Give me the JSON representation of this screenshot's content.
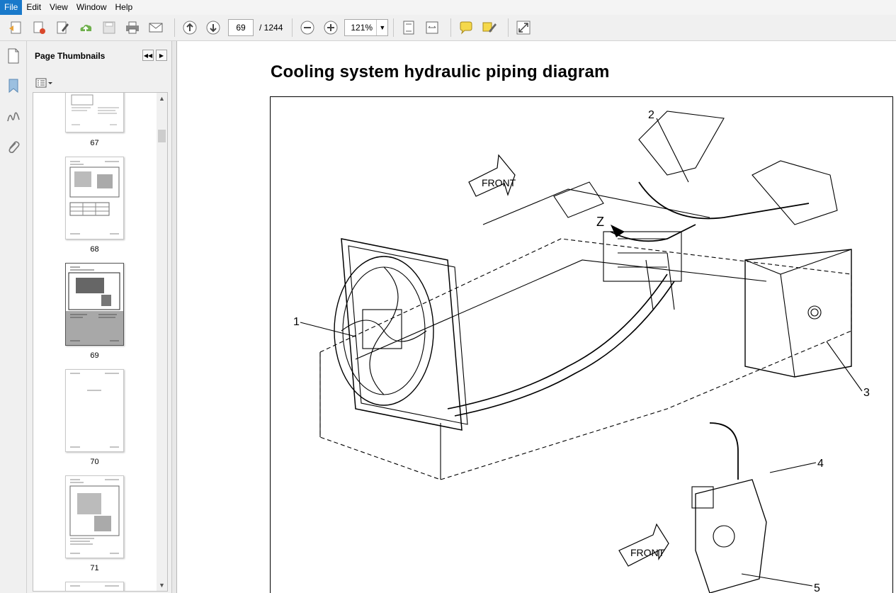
{
  "menu": [
    "File",
    "Edit",
    "View",
    "Window",
    "Help"
  ],
  "toolbar": {
    "current_page": "69",
    "page_total": "/ 1244",
    "zoom": "121%"
  },
  "panel": {
    "title": "Page Thumbnails"
  },
  "thumbnails": [
    {
      "label": "67"
    },
    {
      "label": "68"
    },
    {
      "label": "69",
      "selected": true
    },
    {
      "label": "70"
    },
    {
      "label": "71"
    }
  ],
  "document": {
    "title": "Cooling system hydraulic piping diagram",
    "figure_labels": [
      "FRONT",
      "FRONT",
      "Z",
      "1",
      "2",
      "3",
      "4",
      "5"
    ]
  }
}
